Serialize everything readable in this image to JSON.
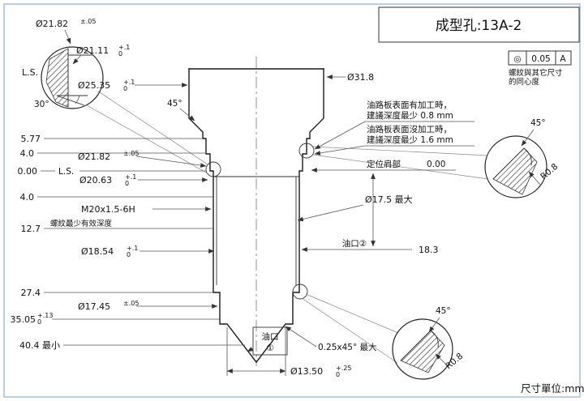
{
  "page": {
    "title": "成型孔:13A-2",
    "unit_label": "尺寸單位:mm"
  },
  "tolerance_frame": {
    "symbol": "◎",
    "value": "0.05",
    "datum": "A",
    "note_line1": "螺紋與其它尺寸",
    "note_line2": "的同心度"
  },
  "notes": {
    "machined_line1": "油路板表面有加工時，",
    "machined_line2": "建議深度最少 0.8 mm",
    "unmachined_line1": "油路板表面沒加工時，",
    "unmachined_line2": "建議深度最少 1.6 mm",
    "locating_shoulder": "定位肩部",
    "thread_depth": "螺紋最少有效深度",
    "chamfer_max": "0.25x45° 最大",
    "oil_port2": "油口②",
    "oil_port1_top": "油口",
    "oil_port1_num": "①"
  },
  "labels": {
    "ls": "L.S.",
    "deg45": "45°",
    "deg30": "30°",
    "r08": "R0.8"
  },
  "dims": {
    "d2182_top": {
      "v": "Ø21.82",
      "tol": "±.05"
    },
    "d2111": {
      "v": "Ø21.11",
      "tol_top": "+.1",
      "tol_bot": "0"
    },
    "d2535": {
      "v": "Ø25.35",
      "tol_top": "+.1",
      "tol_bot": "0"
    },
    "d318": {
      "v": "Ø31.8"
    },
    "d2182_mid": {
      "v": "Ø21.82",
      "tol": "±.05"
    },
    "d2063": {
      "v": "Ø20.63",
      "tol_top": "+.1",
      "tol_bot": "0"
    },
    "m20": {
      "v": "M20x1.5-6H"
    },
    "d1854": {
      "v": "Ø18.54",
      "tol_top": "+.1",
      "tol_bot": "0"
    },
    "d1745": {
      "v": "Ø17.45",
      "tol": "±.05"
    },
    "d1350": {
      "v": "Ø13.50",
      "tol_top": "+.25",
      "tol_bot": "0"
    },
    "d175_max": {
      "v": "Ø17.5 最大"
    },
    "depth_577": "5.77",
    "depth_40_above": "4.0",
    "depth_000_left": "0.00",
    "depth_40_below": "4.0",
    "depth_127": "12.7",
    "depth_274": "27.4",
    "depth_3505": {
      "v": "35.05",
      "tol_top": "+.13",
      "tol_bot": "0"
    },
    "depth_404": "40.4 最小",
    "depth_000_right": "0.00",
    "dist_183": "18.3"
  }
}
